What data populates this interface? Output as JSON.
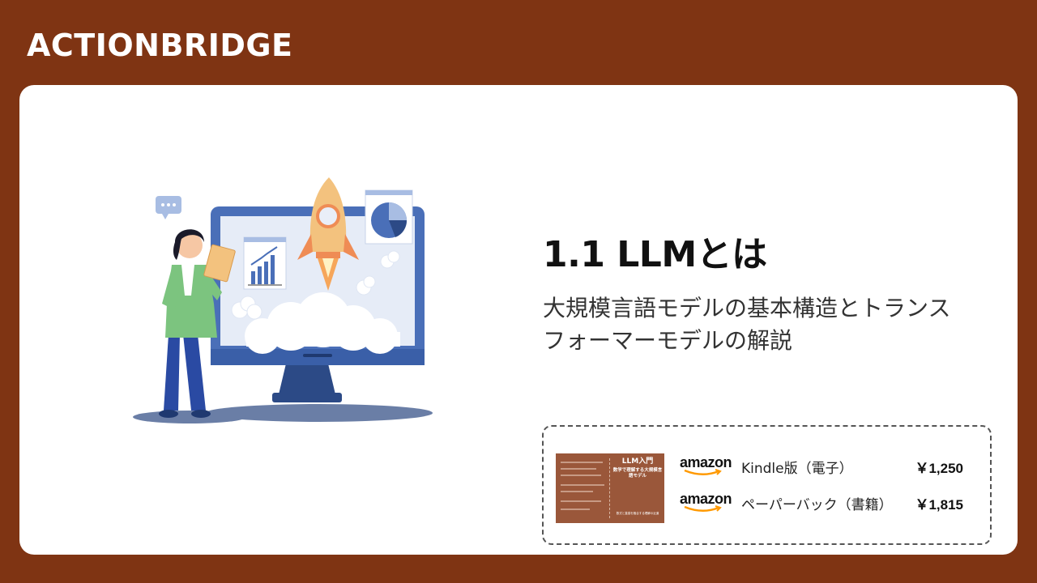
{
  "brand": {
    "name": "ACTIONBRIDGE"
  },
  "slide": {
    "title": "1.1 LLMとは",
    "subtitle": "大規模言語モデルの基本構造とトランスフォーマーモデルの解説"
  },
  "book": {
    "cover_title": "LLM入門",
    "cover_subtitle": "数学で理解する大規模言語モデル",
    "cover_footer": "数式と直感を融合する理解の近道"
  },
  "purchase": {
    "options": [
      {
        "store": "amazon",
        "format": "Kindle版（電子）",
        "price": "￥1,250"
      },
      {
        "store": "amazon",
        "format": "ペーパーバック（書籍）",
        "price": "￥1,815"
      }
    ]
  },
  "colors": {
    "background": "#7f3413",
    "card": "#ffffff",
    "amazon_orange": "#f90"
  },
  "icons": [
    "chat-bubble-icon",
    "bar-chart-icon",
    "pie-chart-icon",
    "rocket-icon",
    "monitor-icon"
  ]
}
